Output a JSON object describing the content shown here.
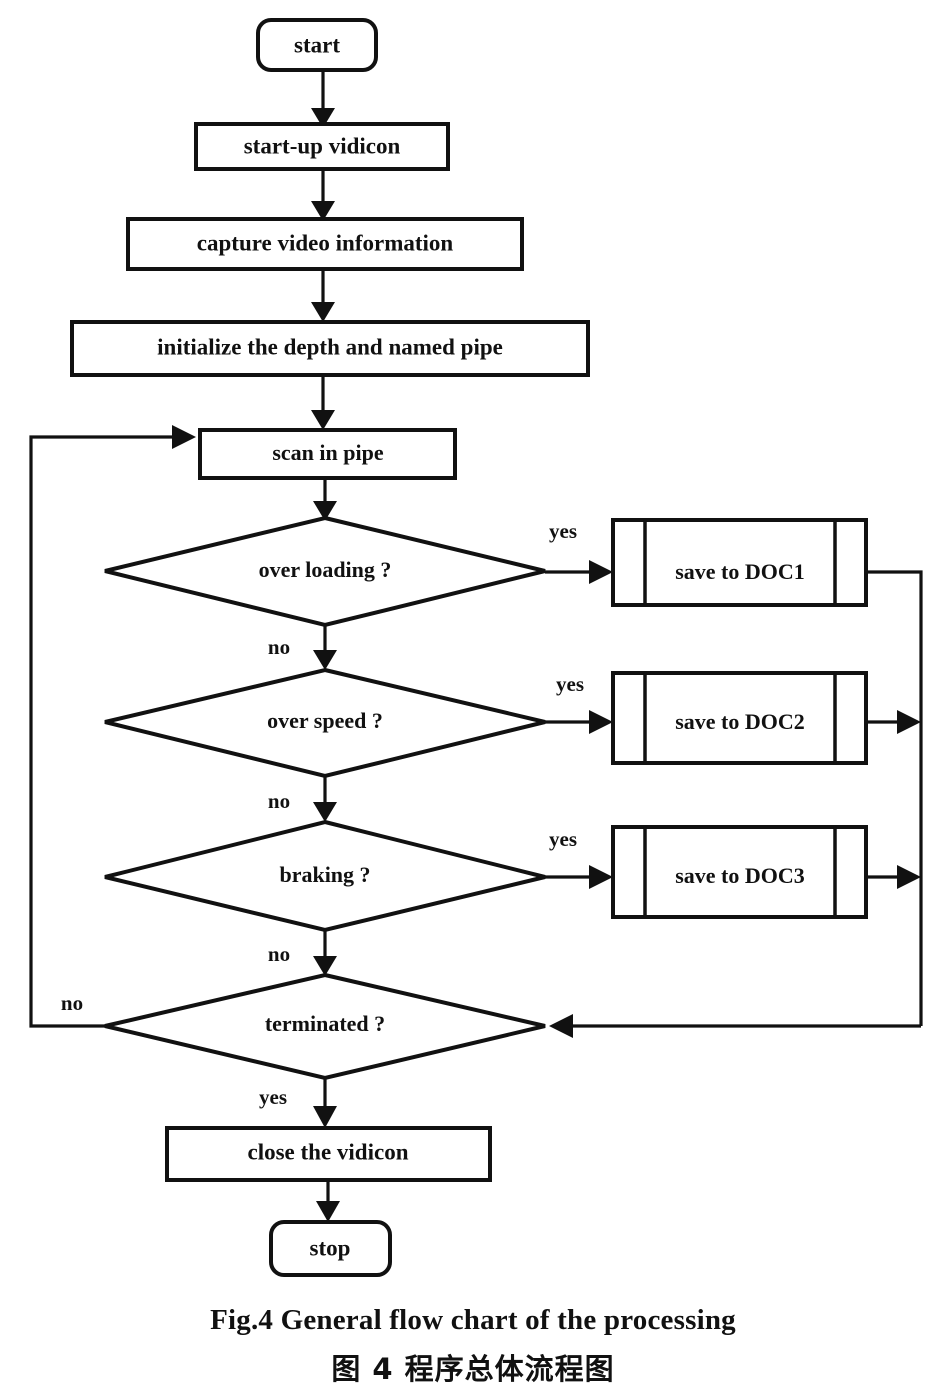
{
  "figure": {
    "caption_en": "Fig.4 General flow chart of the processing",
    "caption_zh": "图 4 程序总体流程图"
  },
  "chart_data": {
    "type": "diagram",
    "diagram_type": "flowchart",
    "title": "Fig.4 General flow chart of the processing",
    "orientation": "top-to-bottom",
    "nodes": [
      {
        "id": "start",
        "label": "start",
        "shape": "terminator"
      },
      {
        "id": "startup",
        "label": "start-up vidicon",
        "shape": "process"
      },
      {
        "id": "capture",
        "label": "capture video information",
        "shape": "process"
      },
      {
        "id": "init",
        "label": "initialize the depth and named pipe",
        "shape": "process"
      },
      {
        "id": "scan",
        "label": "scan in pipe",
        "shape": "process"
      },
      {
        "id": "overload",
        "label": "over loading ?",
        "shape": "decision"
      },
      {
        "id": "overspeed",
        "label": "over speed ?",
        "shape": "decision"
      },
      {
        "id": "braking",
        "label": "braking ?",
        "shape": "decision"
      },
      {
        "id": "terminated",
        "label": "terminated ?",
        "shape": "decision"
      },
      {
        "id": "doc1",
        "label": "save to DOC1",
        "shape": "predefined-process"
      },
      {
        "id": "doc2",
        "label": "save to DOC2",
        "shape": "predefined-process"
      },
      {
        "id": "doc3",
        "label": "save to DOC3",
        "shape": "predefined-process"
      },
      {
        "id": "close",
        "label": "close the vidicon",
        "shape": "process"
      },
      {
        "id": "stop",
        "label": "stop",
        "shape": "terminator"
      }
    ],
    "edges": [
      {
        "from": "start",
        "to": "startup",
        "label": ""
      },
      {
        "from": "startup",
        "to": "capture",
        "label": ""
      },
      {
        "from": "capture",
        "to": "init",
        "label": ""
      },
      {
        "from": "init",
        "to": "scan",
        "label": ""
      },
      {
        "from": "scan",
        "to": "overload",
        "label": ""
      },
      {
        "from": "overload",
        "to": "doc1",
        "label": "yes"
      },
      {
        "from": "overload",
        "to": "overspeed",
        "label": "no"
      },
      {
        "from": "overspeed",
        "to": "doc2",
        "label": "yes"
      },
      {
        "from": "overspeed",
        "to": "braking",
        "label": "no"
      },
      {
        "from": "braking",
        "to": "doc3",
        "label": "yes"
      },
      {
        "from": "braking",
        "to": "terminated",
        "label": "no"
      },
      {
        "from": "doc1",
        "to": "terminated",
        "label": ""
      },
      {
        "from": "doc2",
        "to": "terminated",
        "label": ""
      },
      {
        "from": "doc3",
        "to": "terminated",
        "label": ""
      },
      {
        "from": "terminated",
        "to": "scan",
        "label": "no"
      },
      {
        "from": "terminated",
        "to": "close",
        "label": "yes"
      },
      {
        "from": "close",
        "to": "stop",
        "label": ""
      }
    ],
    "edge_labels": {
      "yes1": "yes",
      "yes2": "yes",
      "yes3": "yes",
      "no1": "no",
      "no2": "no",
      "no3": "no",
      "no_loop": "no",
      "yes_terminate": "yes"
    },
    "colors": {
      "stroke": "#111111",
      "fill": "#ffffff",
      "background": "#ffffff"
    }
  }
}
